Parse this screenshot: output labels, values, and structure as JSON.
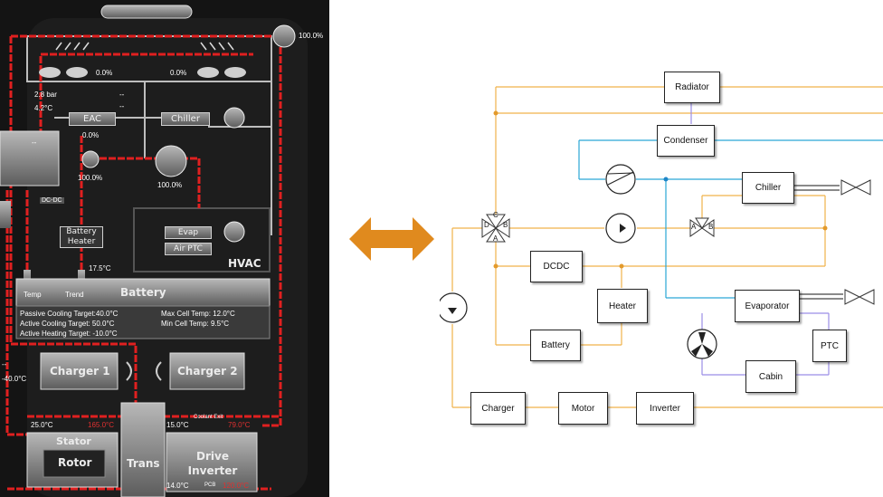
{
  "left_panel": {
    "fan_left_pct": "0.0%",
    "fan_right_pct": "0.0%",
    "top_valve_pct": "100.0%",
    "pressure": "2.8 bar",
    "temp_refrig": "4.2°C",
    "dash1": "--",
    "dash2": "--",
    "eac_label": "EAC",
    "eac_pct": "0.0%",
    "chiller_label": "Chiller",
    "cabin_dash": "--",
    "pump1_pct": "100.0%",
    "pump2_pct": "100.0%",
    "dcdc_label": "DC-DC",
    "evap_label": "Evap",
    "air_ptc_label": "Air PTC",
    "hvac_label": "HVAC",
    "battery_heater_label": "Battery Heater",
    "battery_temp": "17.5°C",
    "temp_label": "Temp",
    "trend_label": "Trend",
    "battery_label": "Battery",
    "passive_cooling": "Passive Cooling Target:40.0°C",
    "active_cooling": "Active Cooling Target:  50.0°C",
    "active_heating": "Active Heating Target:  -10.0°C",
    "max_cell": "Max Cell Temp:  12.0°C",
    "min_cell": "Min Cell Temp:   9.5°C",
    "charger1_label": "Charger 1",
    "charger2_label": "Charger 2",
    "charger_dash": "--",
    "charger_temp": "-40.0°C",
    "stator_temp": "25.0°C",
    "stator_red_temp": "165.0°C",
    "inverter_temp": "15.0°C",
    "coolant_exit_label": "Coolant Exit",
    "coolant_exit_temp": "79.0°C",
    "stator_label": "Stator",
    "rotor_label": "Rotor",
    "trans_label": "Trans",
    "drive_inverter_label": "Drive Inverter",
    "pcb_base_temp": "14.0°C",
    "pcb_label": "PCB",
    "pcb_temp": "120.0°C",
    "colors": {
      "coolant_red": "#e02020",
      "panel_bg": "#141414"
    }
  },
  "arrow": {
    "icon": "double-arrow-icon",
    "color": "#e08a1e"
  },
  "diagram": {
    "radiator": "Radiator",
    "condenser": "Condenser",
    "chiller": "Chiller",
    "dcdc": "DCDC",
    "heater": "Heater",
    "battery": "Battery",
    "evaporator": "Evaporator",
    "ptc": "PTC",
    "cabin": "Cabin",
    "charger": "Charger",
    "motor": "Motor",
    "inverter": "Inverter",
    "valve4_a": "A",
    "valve4_b": "B",
    "valve4_c": "C",
    "valve4_d": "D",
    "valve3_a": "A",
    "valve3_b": "B",
    "colors": {
      "coolant": "#f0b24a",
      "refrigerant": "#2aa6d6",
      "air": "#9b8ee6"
    }
  }
}
